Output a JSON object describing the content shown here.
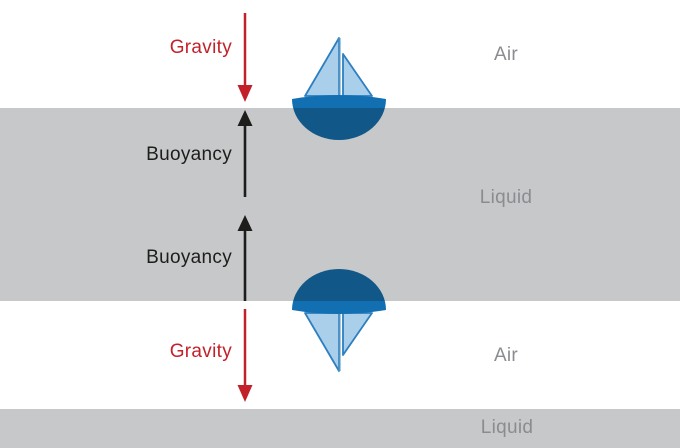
{
  "forces": {
    "gravity_top": "Gravity",
    "buoyancy_top": "Buoyancy",
    "buoyancy_bottom": "Buoyancy",
    "gravity_bottom": "Gravity"
  },
  "regions": {
    "air_top": "Air",
    "liquid_middle": "Liquid",
    "air_bottom": "Air",
    "liquid_bottom": "Liquid"
  },
  "colors": {
    "gravity_arrow_red": "#c32129",
    "buoyancy_arrow_black": "#1d1d1b",
    "region_label_gray": "#8a8d90",
    "liquid_band_gray": "#c7c8ca",
    "sail_light_blue": "#a9cfeb",
    "sail_outline_blue": "#2e7fc0",
    "mast_blue": "#4f94c6",
    "hull_above_water_blue": "#1270b2",
    "hull_submerged_blue": "#115889"
  },
  "icons": {
    "upright_boat": "sailboat floating upright at liquid surface",
    "inverted_boat": "sailboat inverted at lower liquid surface",
    "gravity_arrows": "red downward arrows",
    "buoyancy_arrows": "black upward arrows"
  }
}
